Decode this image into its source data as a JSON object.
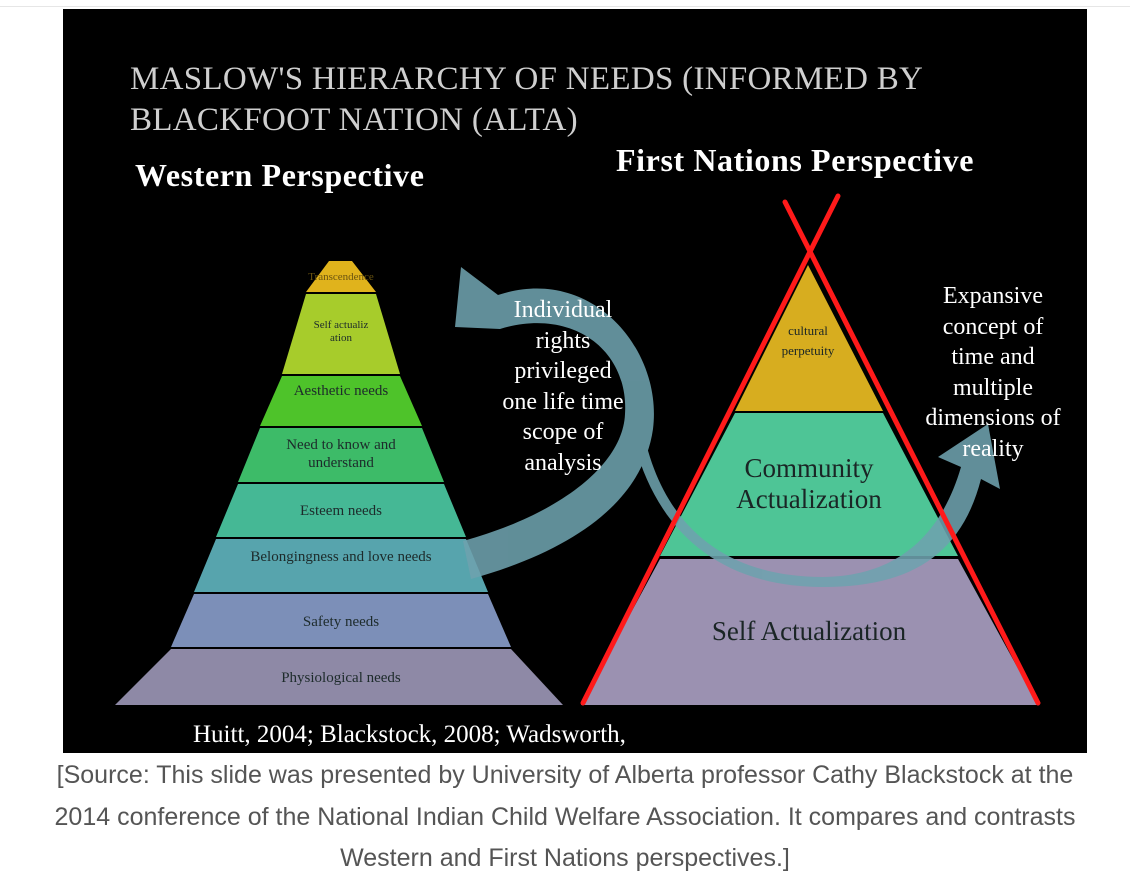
{
  "slide": {
    "title": "MASLOW'S HIERARCHY OF NEEDS (INFORMED BY BLACKFOOT NATION (ALTA)",
    "western_heading": "Western Perspective",
    "first_nations_heading": "First Nations Perspective",
    "western_levels": [
      {
        "label": "Transcendence",
        "color": "#e0b31c"
      },
      {
        "label": "Self actualization",
        "color": "#a7cc2b"
      },
      {
        "label": "Aesthetic needs",
        "color": "#4ec32a"
      },
      {
        "label": "Need to know and understand",
        "color": "#3dbb68"
      },
      {
        "label": "Esteem needs",
        "color": "#45b895"
      },
      {
        "label": "Belongingness and love needs",
        "color": "#57a4ad"
      },
      {
        "label": "Safety needs",
        "color": "#7c8fb8"
      },
      {
        "label": "Physiological needs",
        "color": "#8e89a6"
      }
    ],
    "individual_text": [
      "Individual",
      "rights",
      "privileged",
      "one life time",
      "scope of",
      "analysis"
    ],
    "expansive_text": [
      "Expansive",
      "concept of",
      "time and",
      "multiple",
      "dimensions of",
      "reality"
    ],
    "first_nations_levels": [
      {
        "label": "cultural perpetuity",
        "color": "#d7ad1f"
      },
      {
        "label": "Community Actualization",
        "color": "#4ec596"
      },
      {
        "label": "Self Actualization",
        "color": "#9b91b1"
      }
    ],
    "citation": "Huitt, 2004; Blackstock, 2008; Wadsworth,",
    "colors": {
      "background": "#000000",
      "arrow": "#6ea2ae",
      "tipi_poles": "#ff1a1a"
    }
  },
  "caption": "[Source: This slide was presented by University of Alberta professor Cathy Blackstock at the 2014 conference of the National Indian Child Welfare Association. It compares and contrasts Western and First Nations perspectives.]"
}
